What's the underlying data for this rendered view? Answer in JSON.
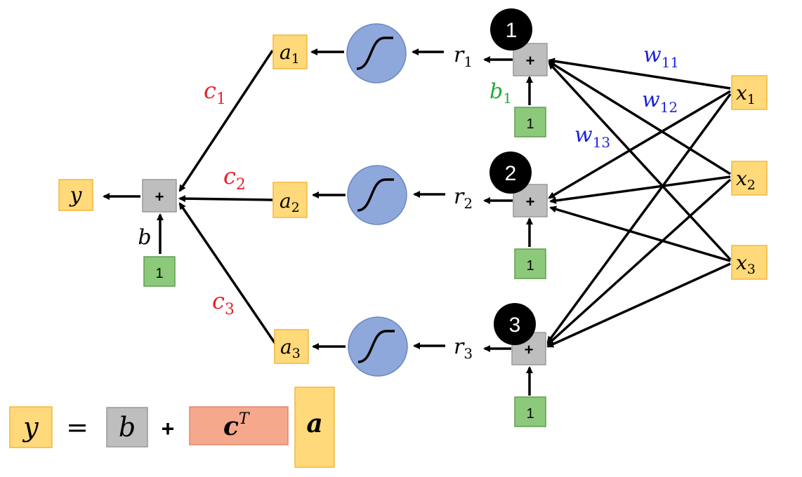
{
  "colors": {
    "yellow_fill": "#FFD97A",
    "yellow_stroke": "#F2B73A",
    "gray_fill": "#BEBEBE",
    "gray_stroke": "#9A9A9A",
    "green_fill": "#8CC97A",
    "green_stroke": "#5F9E4F",
    "blue_circle": "#8FA8DB",
    "blue_circle_stroke": "#6A86C4",
    "salmon_fill": "#F5A88C",
    "salmon_stroke": "#E0876A",
    "red_text": "#E8202A",
    "blue_text": "#1A22E0",
    "green_text": "#1FAA3A",
    "black": "#000000"
  },
  "icons": {
    "sigmoid": "sigmoid-curve-icon",
    "sum": "plus-sum-icon"
  },
  "nodes": {
    "output": {
      "sym": "y"
    },
    "output_sum": {
      "plus": "+",
      "bias": "b",
      "one": "1"
    },
    "activations": [
      {
        "sym": "a",
        "sub": "1"
      },
      {
        "sym": "a",
        "sub": "2"
      },
      {
        "sym": "a",
        "sub": "3"
      }
    ],
    "c_weights": [
      {
        "sym": "c",
        "sub": "1"
      },
      {
        "sym": "c",
        "sub": "2"
      },
      {
        "sym": "c",
        "sub": "3"
      }
    ],
    "r_values": [
      {
        "sym": "r",
        "sub": "1"
      },
      {
        "sym": "r",
        "sub": "2"
      },
      {
        "sym": "r",
        "sub": "3"
      }
    ],
    "hidden_sums": [
      {
        "badge": "1",
        "plus": "+",
        "one": "1"
      },
      {
        "badge": "2",
        "plus": "+",
        "one": "1"
      },
      {
        "badge": "3",
        "plus": "+",
        "one": "1"
      }
    ],
    "bias_b1": {
      "sym": "b",
      "sub": "1"
    },
    "inputs": [
      {
        "sym": "x",
        "sub": "1"
      },
      {
        "sym": "x",
        "sub": "2"
      },
      {
        "sym": "x",
        "sub": "3"
      }
    ],
    "weights": [
      {
        "sym": "w",
        "sub": "11"
      },
      {
        "sym": "w",
        "sub": "12"
      },
      {
        "sym": "w",
        "sub": "13"
      }
    ]
  },
  "equation": {
    "y": "y",
    "eq": "=",
    "b": "b",
    "plus": "+",
    "c": "c",
    "t": "T",
    "a": "a"
  }
}
